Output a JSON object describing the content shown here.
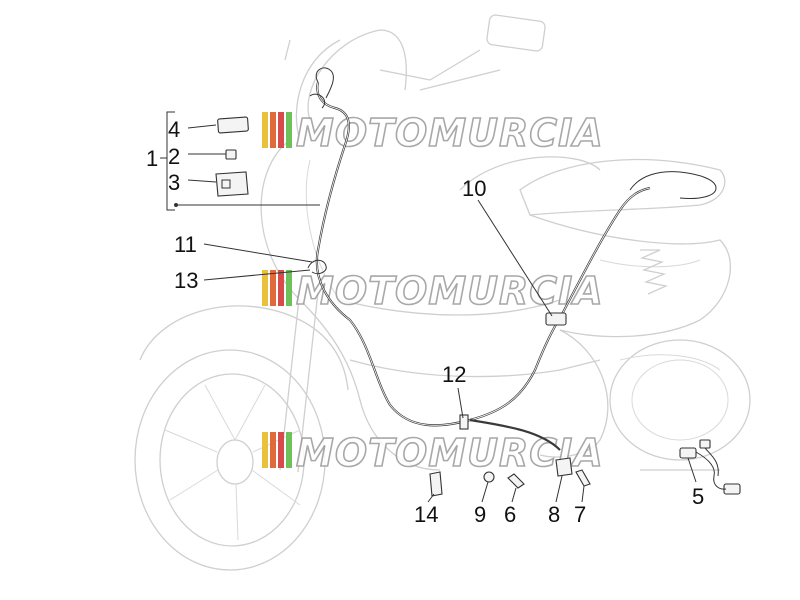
{
  "watermark": {
    "text": "MOTOMURCIA",
    "stripe_colors": [
      "#e8c23a",
      "#e06a3a",
      "#d94b4b",
      "#6fbf5a"
    ]
  },
  "callouts": {
    "c1": "1",
    "c2": "2",
    "c3": "3",
    "c4": "4",
    "c5": "5",
    "c6": "6",
    "c7": "7",
    "c8": "8",
    "c9": "9",
    "c10": "10",
    "c11": "11",
    "c12": "12",
    "c13": "13",
    "c14": "14"
  }
}
